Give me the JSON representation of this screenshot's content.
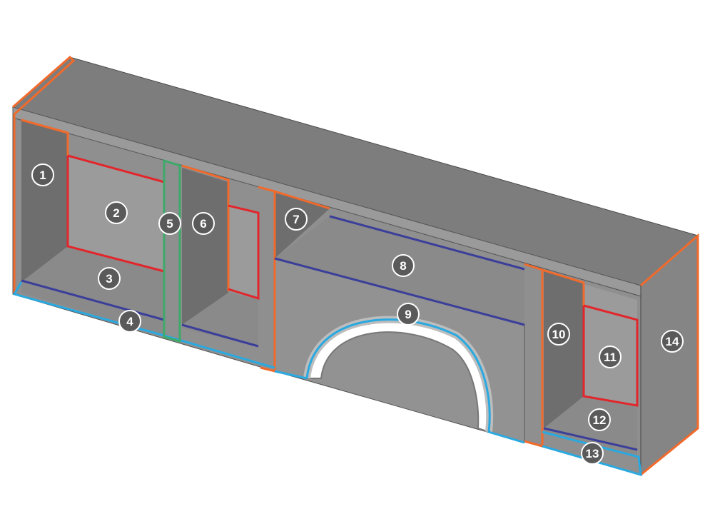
{
  "diagram": {
    "subject": "service body side compartments",
    "colors": {
      "background": "#ffffff",
      "body_gray": "#8f8f8f",
      "dark_gray": "#6e6e6e",
      "top_gray": "#7d7d7d",
      "orange_outline": "#f26a2b",
      "red_outline": "#e2262b",
      "blue_outline": "#2aa9e0",
      "navy_outline": "#3b3f99",
      "green_outline": "#3daa6a",
      "callout_fill": "#5a5a5a",
      "callout_text": "#ffffff"
    },
    "callouts": [
      {
        "id": 1,
        "label": "①",
        "color": "orange"
      },
      {
        "id": 2,
        "label": "②",
        "color": "red"
      },
      {
        "id": 3,
        "label": "③",
        "color": "navy"
      },
      {
        "id": 4,
        "label": "④",
        "color": "blue"
      },
      {
        "id": 5,
        "label": "⑤",
        "color": "green"
      },
      {
        "id": 6,
        "label": "⑥",
        "color": "orange"
      },
      {
        "id": 7,
        "label": "⑦",
        "color": "orange"
      },
      {
        "id": 8,
        "label": "⑧",
        "color": "navy"
      },
      {
        "id": 9,
        "label": "⑨",
        "color": "blue"
      },
      {
        "id": 10,
        "label": "⑩",
        "color": "orange"
      },
      {
        "id": 11,
        "label": "⑪",
        "color": "red"
      },
      {
        "id": 12,
        "label": "⑫",
        "color": "navy"
      },
      {
        "id": 13,
        "label": "⑬",
        "color": "blue"
      },
      {
        "id": 14,
        "label": "⑭",
        "color": "orange"
      }
    ]
  }
}
